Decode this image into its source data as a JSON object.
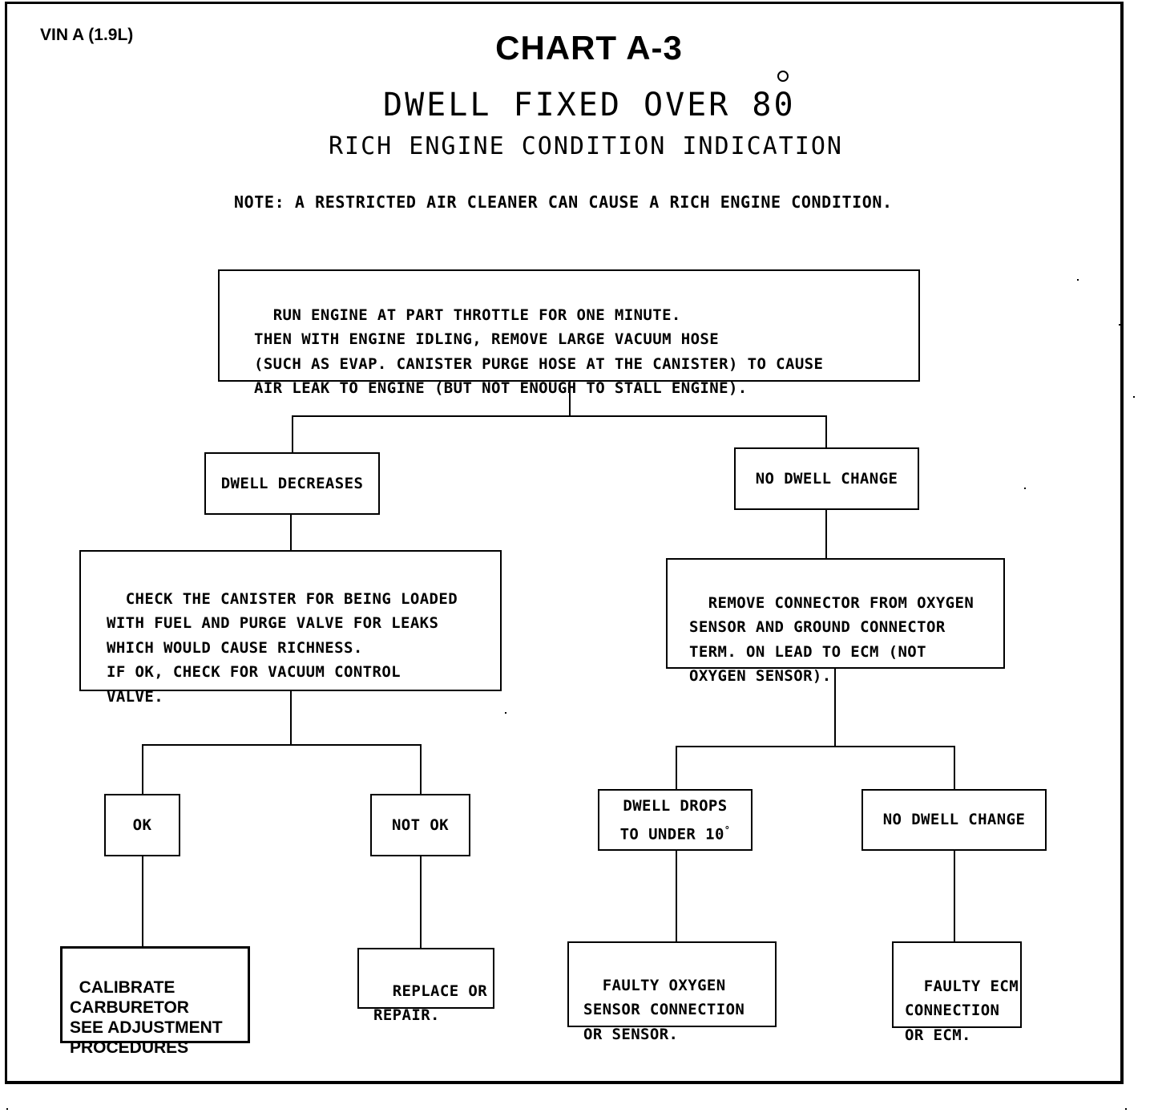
{
  "header": {
    "vin": "VIN A (1.9L)",
    "title": "CHART A-3",
    "subtitle1": "DWELL FIXED OVER 80",
    "subtitle2": "RICH ENGINE CONDITION INDICATION",
    "note": "NOTE: A RESTRICTED AIR CLEANER CAN CAUSE A RICH ENGINE CONDITION."
  },
  "nodes": {
    "start": "RUN ENGINE AT PART THROTTLE FOR ONE MINUTE.\nTHEN WITH ENGINE IDLING, REMOVE LARGE VACUUM HOSE\n(SUCH AS EVAP. CANISTER PURGE HOSE AT THE CANISTER) TO CAUSE\nAIR LEAK TO ENGINE (BUT NOT ENOUGH TO STALL ENGINE).",
    "dwell_decreases": "DWELL DECREASES",
    "no_dwell_change_1": "NO DWELL CHANGE",
    "check_canister": "CHECK THE CANISTER FOR BEING LOADED\nWITH FUEL AND PURGE VALVE FOR LEAKS\nWHICH WOULD CAUSE RICHNESS.\nIF OK, CHECK FOR VACUUM CONTROL\nVALVE.",
    "remove_connector": "REMOVE CONNECTOR FROM OXYGEN\nSENSOR AND GROUND CONNECTOR\nTERM. ON LEAD TO ECM (NOT\nOXYGEN SENSOR).",
    "ok": "OK",
    "not_ok": "NOT OK",
    "dwell_drops_line1": "DWELL DROPS",
    "dwell_drops_line2": "TO UNDER 10",
    "no_dwell_change_2": "NO DWELL CHANGE",
    "calibrate": "CALIBRATE\nCARBURETOR\nSEE ADJUSTMENT\nPROCEDURES",
    "replace": "REPLACE OR\nREPAIR.",
    "faulty_oxygen": "FAULTY OXYGEN\nSENSOR CONNECTION\nOR SENSOR.",
    "faulty_ecm": "FAULTY ECM\nCONNECTION\nOR ECM."
  }
}
